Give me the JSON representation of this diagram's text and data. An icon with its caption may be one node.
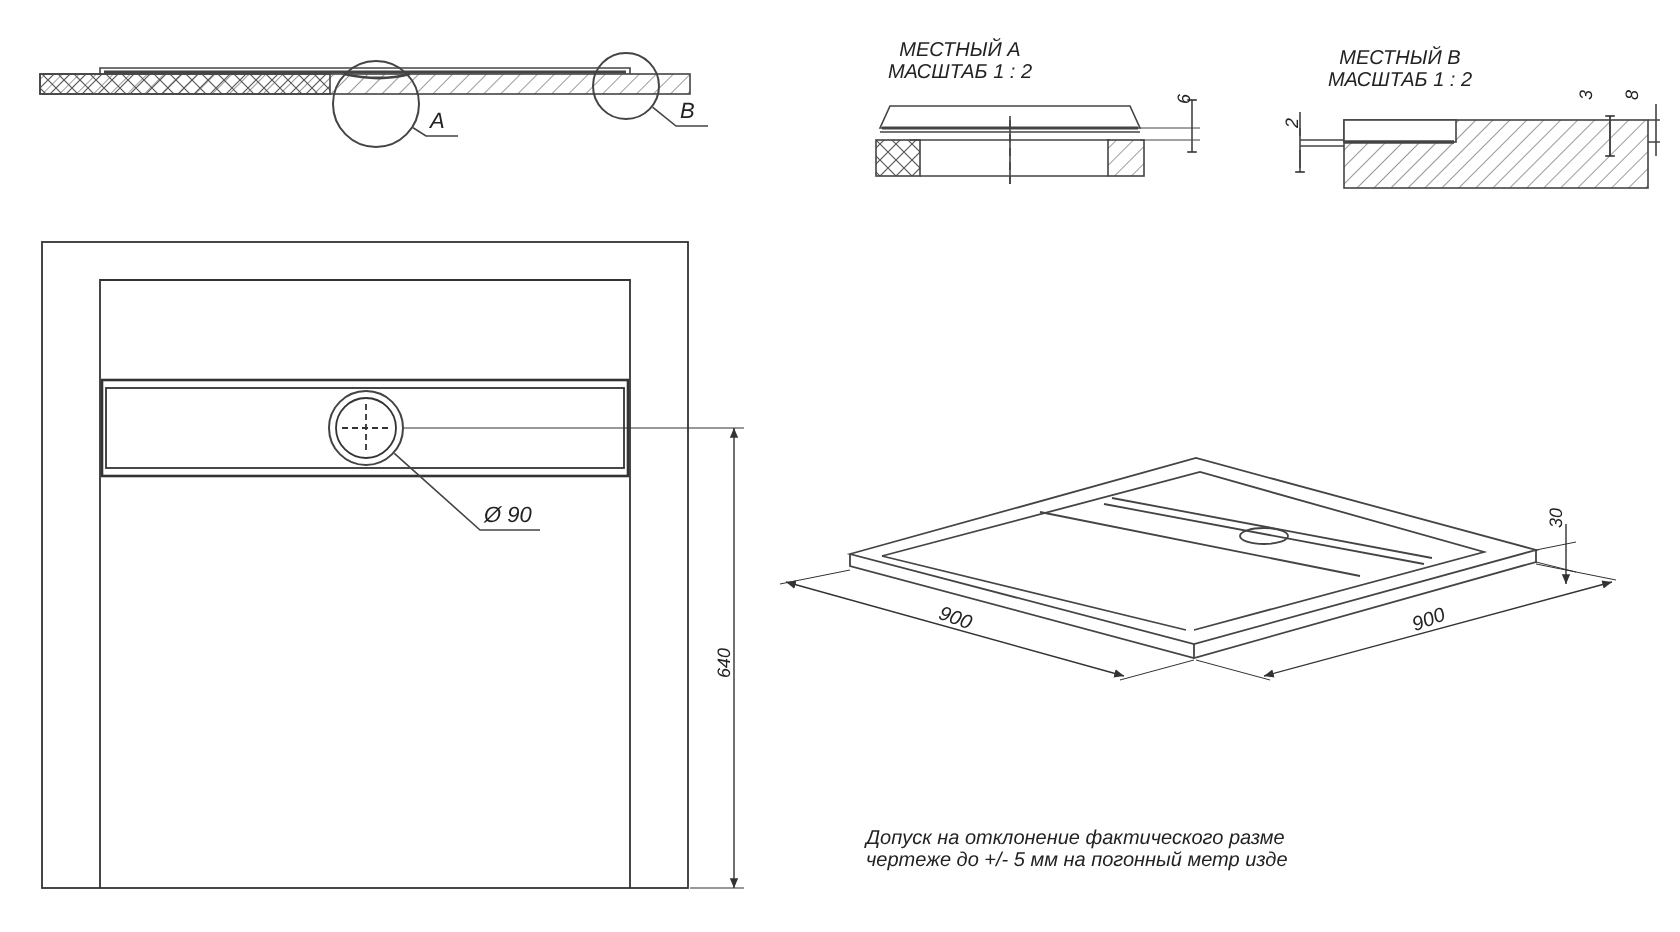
{
  "diagram": {
    "nodes": [
      {
        "text": [],
        "shape": "circle"
      },
      {
        "text": [
          "А"
        ]
      },
      {
        "text": [],
        "shape": "circle"
      },
      {
        "text": [
          "В"
        ]
      },
      {
        "text": [],
        "shape": "circle"
      },
      {
        "text": [
          "Ø 90"
        ]
      }
    ],
    "edges": [
      {
        "from": 1,
        "to": 0,
        "arrow": "none"
      },
      {
        "from": 3,
        "to": 2,
        "arrow": "none"
      },
      {
        "from": 5,
        "to": 4,
        "arrow": "none"
      }
    ],
    "labels": [
      "МЕСТНЫЙ А МАСШТАБ 1 : 2",
      "6",
      "МЕСТНЫЙ В МАСШТАБ 1 : 2",
      "2",
      "3",
      "8",
      "640",
      "30",
      "900",
      "900",
      "Допуск на отклонение фактического разме чертеже до +/- 5 мм на погонный метр изде"
    ]
  }
}
